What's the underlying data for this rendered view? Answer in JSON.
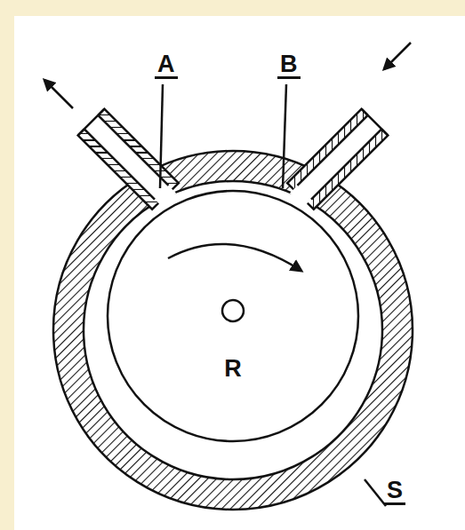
{
  "diagram": {
    "nodes": [
      {
        "text": [
          "R"
        ]
      }
    ],
    "labels": [
      "A",
      "B",
      "S"
    ]
  }
}
